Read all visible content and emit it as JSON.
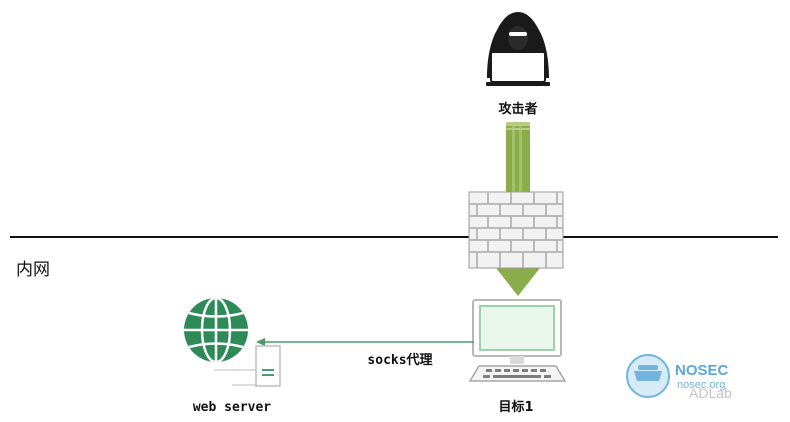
{
  "labels": {
    "attacker": "攻击者",
    "intranet": "内网",
    "proxy": "socks代理",
    "target": "目标1",
    "web_server": "web server"
  },
  "watermark": {
    "brand": "NOSEC",
    "domain": "nosec.org",
    "lab": "ADLab"
  },
  "colors": {
    "arrow_green": "#8aac4a",
    "arrow_green_dark": "#6e8d34",
    "globe_green": "#2e8b57",
    "monitor_green": "#a8d5b0",
    "line_green": "#4a9a6a",
    "watermark_blue": "#5aa8d8"
  }
}
